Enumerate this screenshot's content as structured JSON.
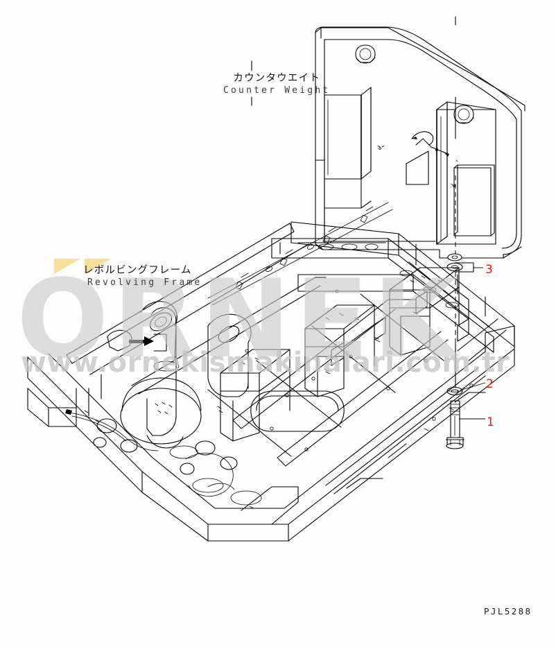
{
  "document": {
    "type": "parts-catalog-diagram",
    "drawing_code": "PJL5288",
    "background_color": "#fdfdfc",
    "line_color": "#000000",
    "callout_color": "#e01b10"
  },
  "labels": {
    "counter_weight": {
      "japanese": "カウンタウエイト",
      "english": "Counter Weight"
    },
    "revolving_frame": {
      "japanese": "レボルビングフレーム",
      "english": "Revolving Frame"
    }
  },
  "callouts": [
    {
      "number": "1",
      "part": "bolt"
    },
    {
      "number": "2",
      "part": "washer"
    },
    {
      "number": "3",
      "part": "washer-nut-stack"
    }
  ],
  "watermark": {
    "brand": "ORNEK",
    "url": "www.ornekismakinalari.com.tr",
    "brand_color": "#c9c9c9",
    "accent_color": "#f7dc96"
  }
}
